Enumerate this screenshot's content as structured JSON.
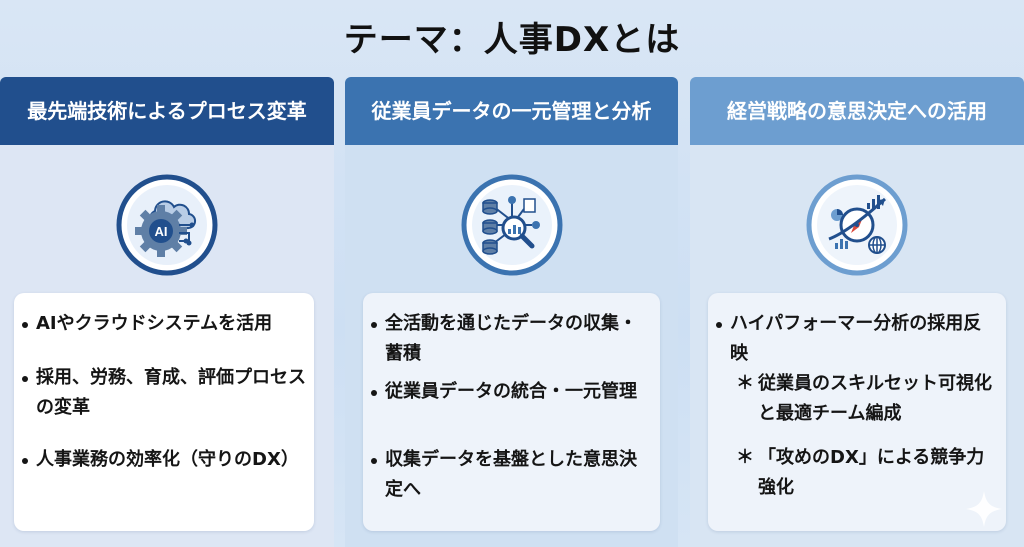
{
  "title": "テーマ：人事DXとは",
  "columns": [
    {
      "header": "最先端技術によるプロセス変革",
      "icon": "ai-gear-cloud-icon",
      "icon_text": "AI",
      "bullets": [
        "AIやクラウドシステムを活用",
        "採用、労務、育成、評価プロセスの変革",
        "人事業務の効率化（守りのDX）"
      ]
    },
    {
      "header": "従業員データの一元管理と分析",
      "icon": "data-network-icon",
      "bullets": [
        "全活動を通じたデータの収集・蓄積",
        "従業員データの統合・一元管理",
        "収集データを基盤とした意思決定へ"
      ]
    },
    {
      "header": "経営戦略の意思決定への活用",
      "icon": "compass-chart-icon",
      "bullets": [
        "ハイパフォーマー分析の採用反映"
      ],
      "sub_mark": "＊",
      "subs": [
        "従業員のスキルセット可視化と最適チーム編成",
        "「攻めのDX」による競争力強化"
      ]
    }
  ],
  "colors": {
    "header1": "#214f8d",
    "header2": "#3b73b0",
    "header3": "#6d9ed0",
    "icon_dark": "#1f4f8b"
  }
}
